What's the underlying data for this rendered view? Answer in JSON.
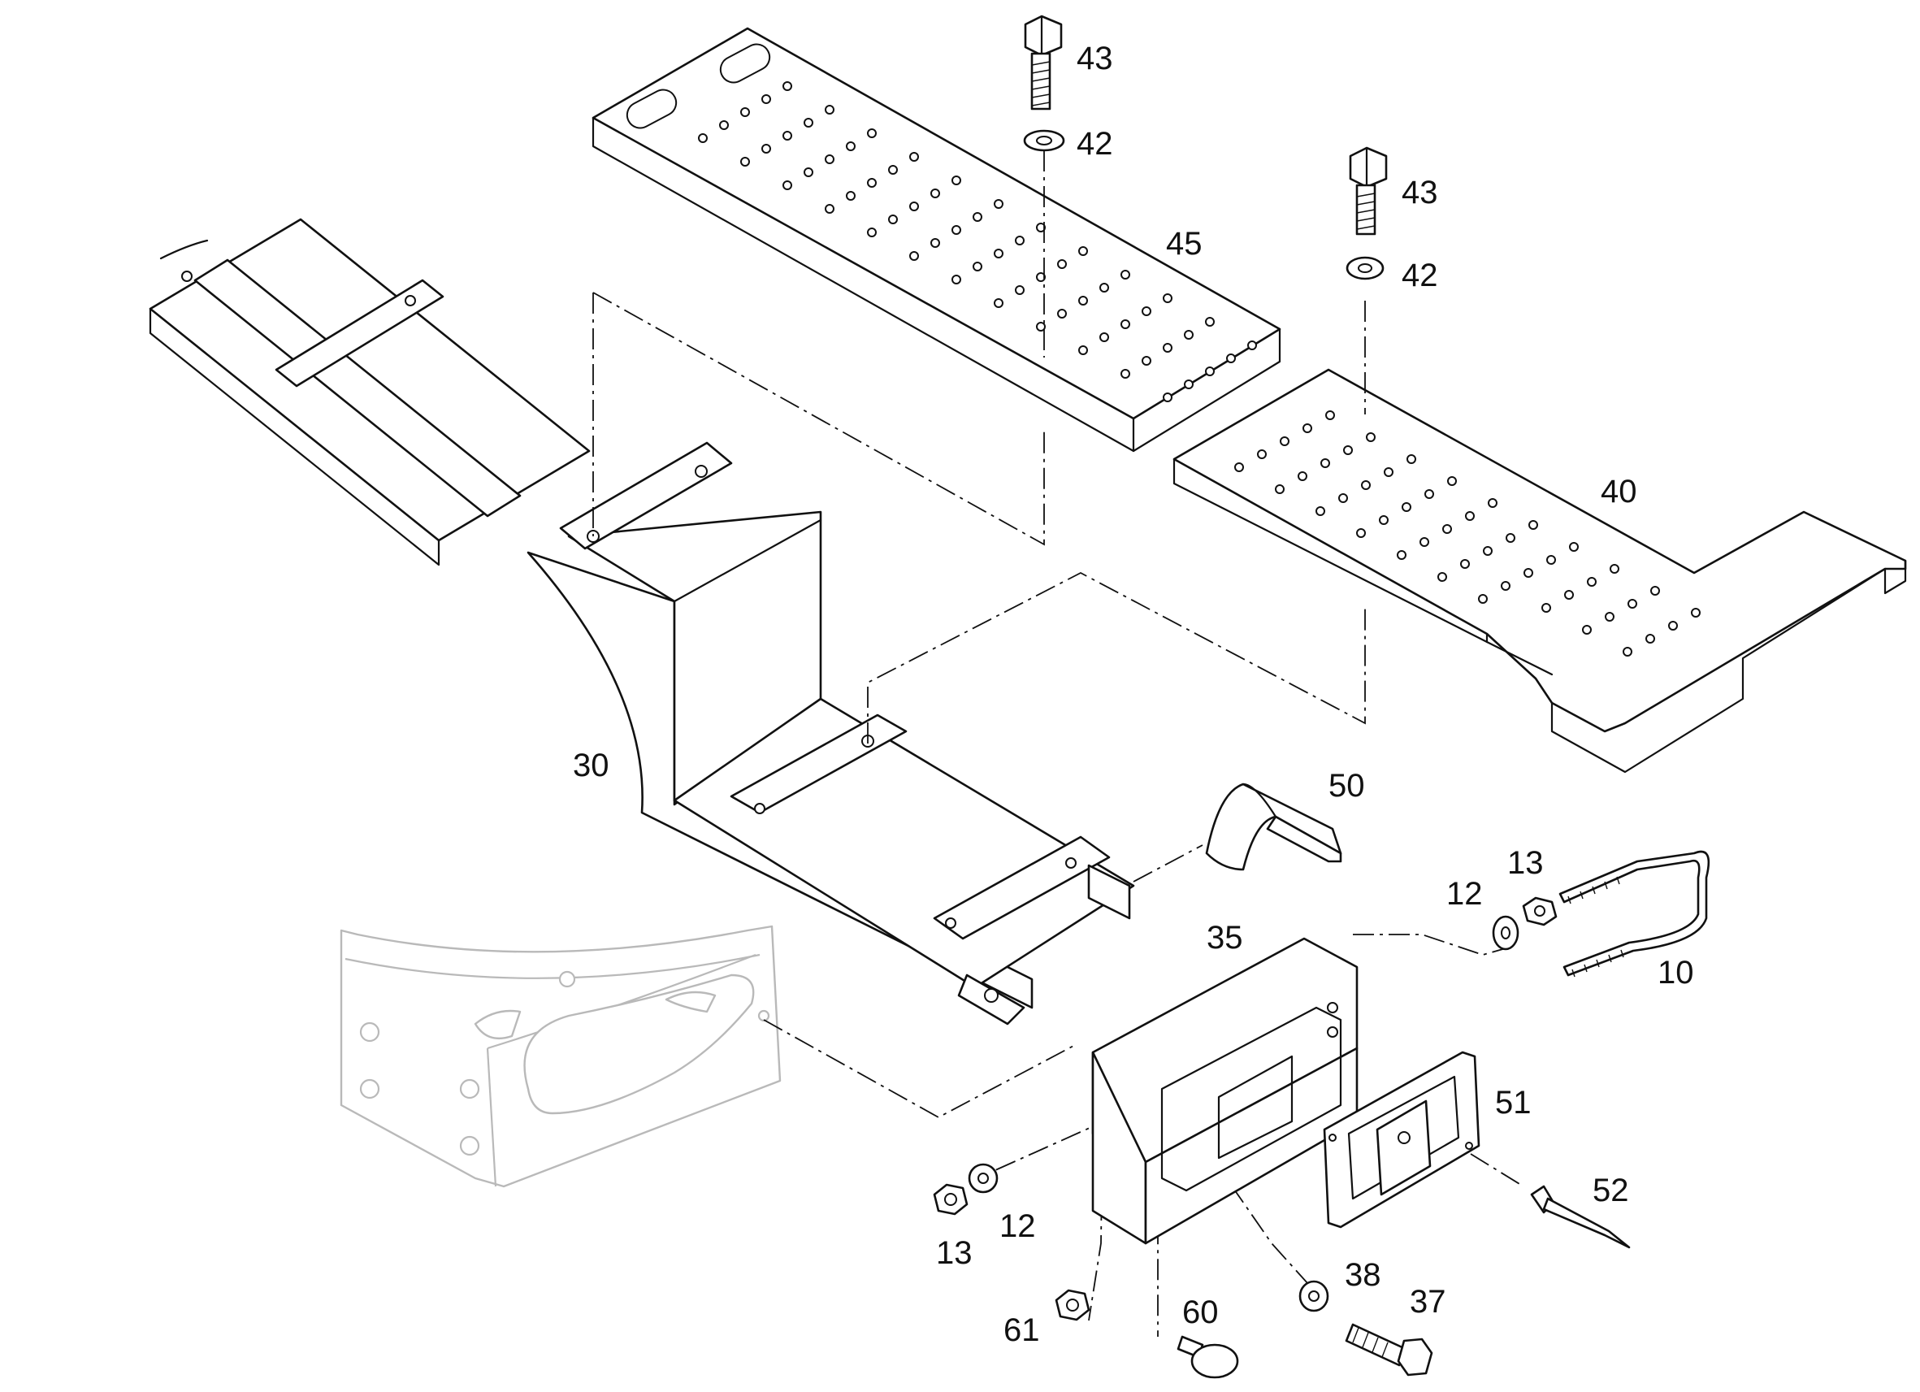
{
  "figure": {
    "kind": "exploded-parts-diagram"
  },
  "callouts": [
    {
      "id": "c43a",
      "text": "43"
    },
    {
      "id": "c42a",
      "text": "42"
    },
    {
      "id": "c43b",
      "text": "43"
    },
    {
      "id": "c42b",
      "text": "42"
    },
    {
      "id": "c45",
      "text": "45"
    },
    {
      "id": "c40",
      "text": "40"
    },
    {
      "id": "c30",
      "text": "30"
    },
    {
      "id": "c50",
      "text": "50"
    },
    {
      "id": "c13a",
      "text": "13"
    },
    {
      "id": "c12a",
      "text": "12"
    },
    {
      "id": "c10",
      "text": "10"
    },
    {
      "id": "c35",
      "text": "35"
    },
    {
      "id": "c51",
      "text": "51"
    },
    {
      "id": "c52",
      "text": "52"
    },
    {
      "id": "c12b",
      "text": "12"
    },
    {
      "id": "c13b",
      "text": "13"
    },
    {
      "id": "c38",
      "text": "38"
    },
    {
      "id": "c37",
      "text": "37"
    },
    {
      "id": "c60",
      "text": "60"
    },
    {
      "id": "c61",
      "text": "61"
    }
  ]
}
